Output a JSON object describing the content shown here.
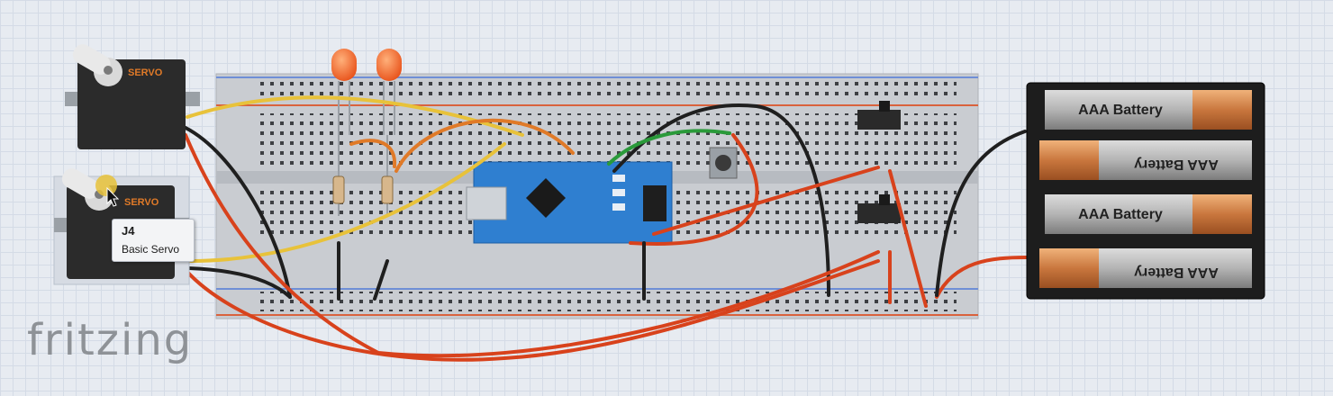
{
  "app": {
    "logo": "fritzing"
  },
  "servo_top": {
    "label": "SERVO"
  },
  "servo_bottom": {
    "label": "SERVO"
  },
  "tooltip": {
    "title": "J4",
    "subtitle": "Basic Servo"
  },
  "batteries": [
    {
      "label": "AAA Battery",
      "flipped": false
    },
    {
      "label": "AAA Battery",
      "flipped": true
    },
    {
      "label": "AAA Battery",
      "flipped": false
    },
    {
      "label": "AAA Battery",
      "flipped": true
    }
  ],
  "colors": {
    "breadboard": "#c9ccd1",
    "rail_red": "#d9623d",
    "rail_blue": "#6f8fd6",
    "arduino": "#2f7fd0",
    "wire_yellow": "#e8c23a",
    "wire_orange": "#e07a28",
    "wire_red": "#d8421c",
    "wire_black": "#1f1f1f",
    "wire_green": "#2a9a3a",
    "led": "#f36a2a"
  }
}
